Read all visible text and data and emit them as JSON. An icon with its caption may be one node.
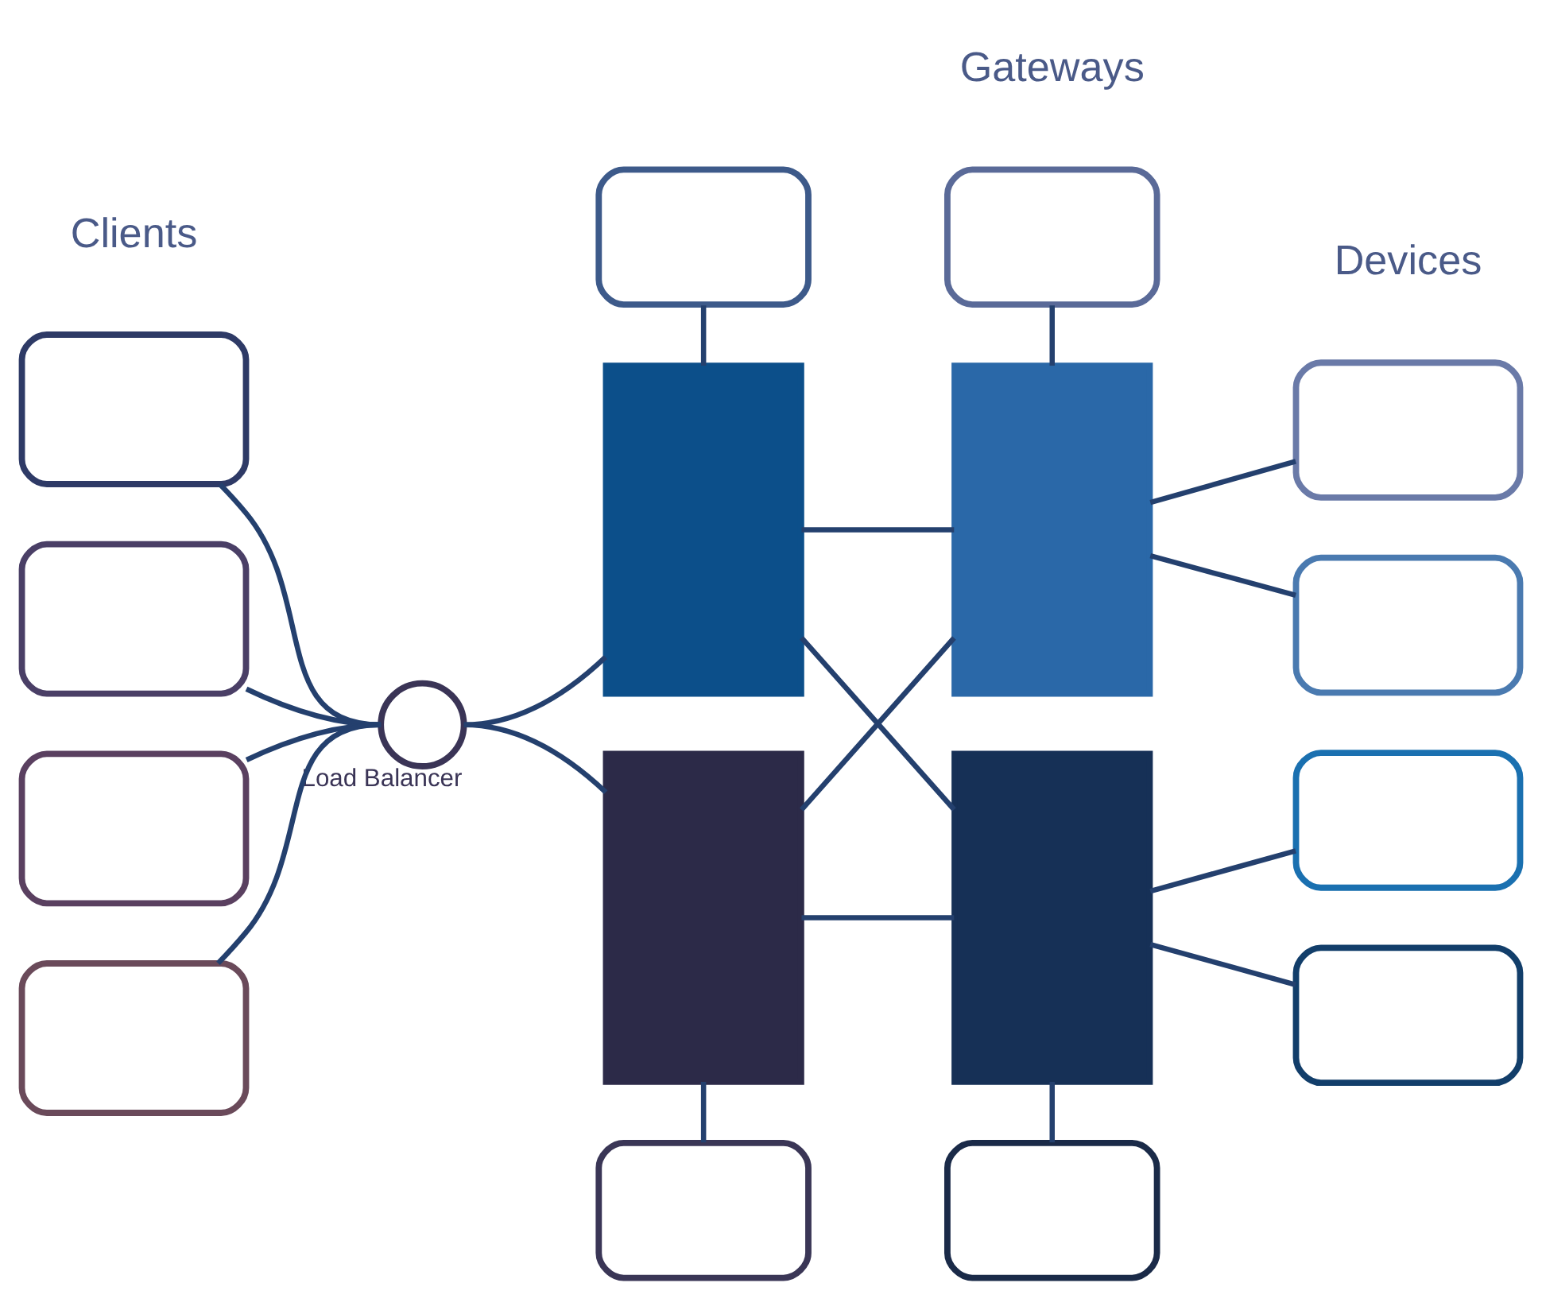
{
  "diagram": {
    "nodes": [
      {
        "text": [],
        "shape": "box"
      },
      {
        "text": [],
        "shape": "box"
      },
      {
        "text": [],
        "shape": "box"
      },
      {
        "text": [],
        "shape": "box"
      },
      {
        "text": [],
        "shape": "circle",
        "beside": [
          "Load Balancer"
        ]
      },
      {
        "text": [],
        "shape": "box"
      },
      {
        "text": [],
        "shape": "box"
      },
      {
        "text": [],
        "shape": "box"
      },
      {
        "text": [],
        "shape": "box"
      },
      {
        "text": [],
        "shape": "box"
      },
      {
        "text": [],
        "shape": "box"
      },
      {
        "text": [],
        "shape": "box"
      },
      {
        "text": [],
        "shape": "box"
      },
      {
        "text": [],
        "shape": "box"
      },
      {
        "text": [],
        "shape": "box"
      },
      {
        "text": [],
        "shape": "box"
      },
      {
        "text": [],
        "shape": "box"
      }
    ],
    "edges": [
      {
        "from": 0,
        "to": 4,
        "arrow": "none"
      },
      {
        "from": 1,
        "to": 4,
        "arrow": "none"
      },
      {
        "from": 2,
        "to": 4,
        "arrow": "none"
      },
      {
        "from": 3,
        "to": 4,
        "arrow": "none"
      },
      {
        "from": 4,
        "to": 7,
        "arrow": "none"
      },
      {
        "from": 4,
        "to": 9,
        "arrow": "none"
      },
      {
        "from": 5,
        "to": 7,
        "arrow": "none"
      },
      {
        "from": 6,
        "to": 8,
        "arrow": "none"
      },
      {
        "from": 7,
        "to": 8,
        "arrow": "none"
      },
      {
        "from": 7,
        "to": 10,
        "arrow": "none"
      },
      {
        "from": 9,
        "to": 8,
        "arrow": "none"
      },
      {
        "from": 9,
        "to": 10,
        "arrow": "none"
      },
      {
        "from": 9,
        "to": 11,
        "arrow": "none"
      },
      {
        "from": 10,
        "to": 12,
        "arrow": "none"
      },
      {
        "from": 8,
        "to": 13,
        "arrow": "none"
      },
      {
        "from": 8,
        "to": 14,
        "arrow": "none"
      },
      {
        "from": 10,
        "to": 15,
        "arrow": "none"
      },
      {
        "from": 10,
        "to": 16,
        "arrow": "none"
      }
    ],
    "labels": [
      "Gateways",
      "Clients",
      "Devices"
    ]
  }
}
